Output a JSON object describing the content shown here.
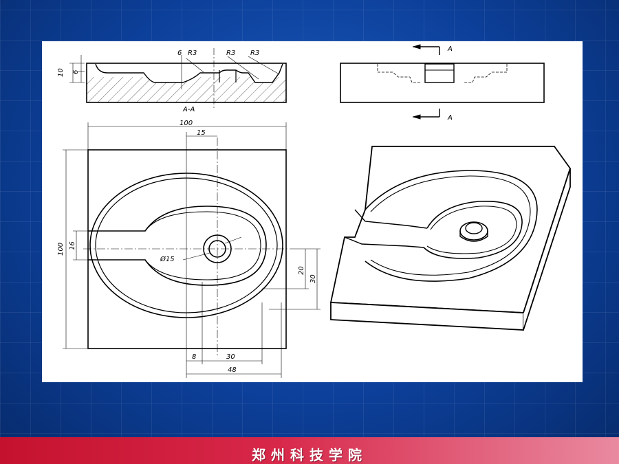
{
  "drawing": {
    "section_label": "A-A",
    "section_marker": "A",
    "dims": {
      "overall_width": "100",
      "overall_height": "100",
      "slot_top_width": "15",
      "slot_width": "16",
      "boss_diameter": "Ø15",
      "ellipse_offset_20": "20",
      "ellipse_offset_30": "30",
      "bottom_8": "8",
      "bottom_30": "30",
      "bottom_48": "48",
      "depth_10": "10",
      "depth_6_left": "6",
      "depth_6_top": "6",
      "radius_1": "R3",
      "radius_2": "R3",
      "radius_3": "R3"
    }
  },
  "footer": {
    "institution": "郑州科技学院"
  }
}
